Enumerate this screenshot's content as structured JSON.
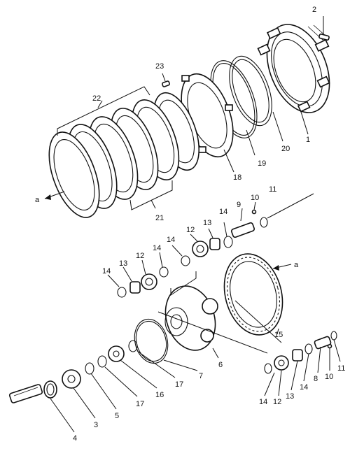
{
  "labels": {
    "n1": "1",
    "n2": "2",
    "n3": "3",
    "n4": "4",
    "n5": "5",
    "n6": "6",
    "n7": "7",
    "n8": "8",
    "n9": "9",
    "n10a": "10",
    "n10b": "10",
    "n11a": "11",
    "n11b": "11",
    "n12a": "12",
    "n12b": "12",
    "n12c": "12",
    "n13a": "13",
    "n13b": "13",
    "n13c": "13",
    "n14a": "14",
    "n14b": "14",
    "n14c": "14",
    "n14d": "14",
    "n14e": "14",
    "n15": "15",
    "n16": "16",
    "n17a": "17",
    "n17b": "17",
    "n18": "18",
    "n19": "19",
    "n20": "20",
    "n21": "21",
    "n22": "22",
    "n23": "23",
    "a1": "a",
    "a2": "a"
  }
}
